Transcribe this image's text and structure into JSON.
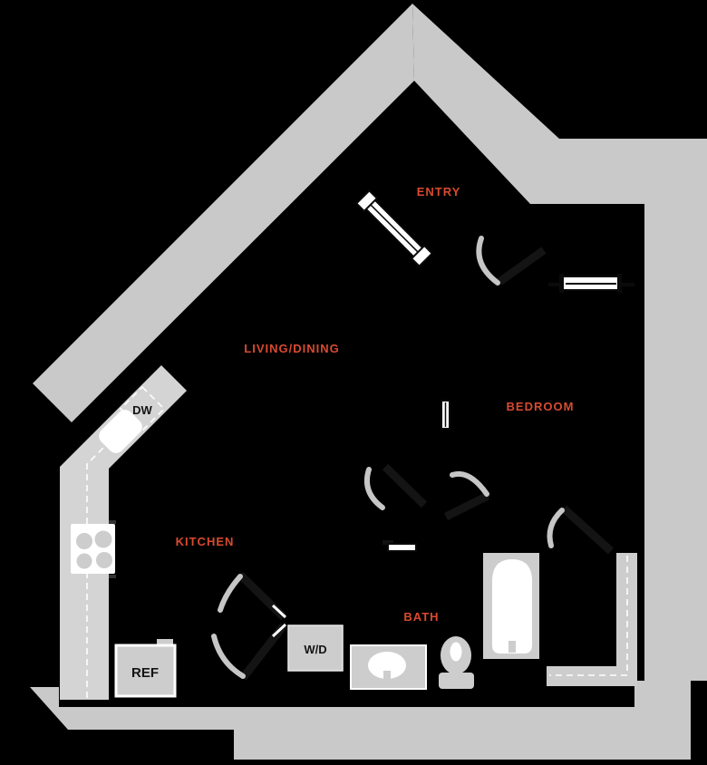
{
  "plan": {
    "rooms": [
      {
        "id": "entry",
        "label": "ENTRY"
      },
      {
        "id": "living-dining",
        "label": "LIVING/DINING"
      },
      {
        "id": "bedroom",
        "label": "BEDROOM"
      },
      {
        "id": "kitchen",
        "label": "KITCHEN"
      },
      {
        "id": "bath",
        "label": "BATH"
      }
    ],
    "appliances": [
      {
        "id": "dishwasher",
        "label": "DW"
      },
      {
        "id": "refrigerator",
        "label": "REF"
      },
      {
        "id": "washer-dryer",
        "label": "W/D"
      }
    ],
    "colors": {
      "bg": "#000000",
      "wall": "#c9c9c9",
      "counter": "#d4d4d4",
      "fixture": "#cdcdcd",
      "arc": "#c6c6c6",
      "room-label": "#d84a30",
      "fixture-label": "#141414"
    }
  }
}
